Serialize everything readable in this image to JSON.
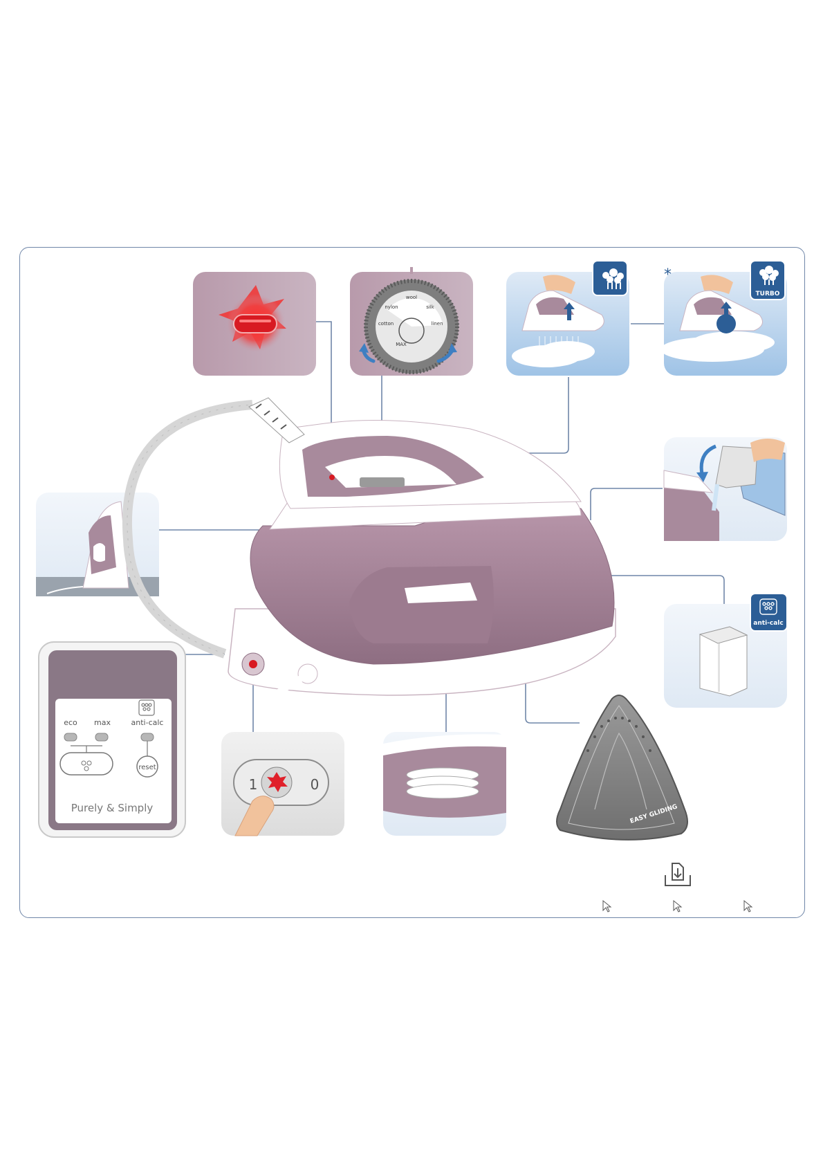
{
  "panel_labels": {
    "eco": "eco",
    "max": "max",
    "anticalc": "anti-calc",
    "reset": "reset",
    "brand": "Purely & Simply"
  },
  "switch_labels": {
    "on": "1",
    "off": "0"
  },
  "badges": {
    "turbo": "TURBO",
    "anticalc": "anti-calc",
    "asterisk": "*"
  },
  "soleplate_text": "EASY GLIDING",
  "dial_labels": {
    "wool": "wool",
    "silk": "silk",
    "linen": "linen",
    "cotton": "cotton",
    "nylon": "nylon",
    "max": "MAX"
  },
  "colors": {
    "frame": "#6f86a8",
    "mauve": "#a88a9c",
    "mauve_dark": "#8c6c80",
    "badge": "#2c5e96",
    "led_red": "#e0202a",
    "callout": "#6f86a8"
  },
  "icons": [
    "steam-icon",
    "turbo-steam-icon",
    "anticalc-icon",
    "download-doc-icon",
    "cursor-icon"
  ]
}
